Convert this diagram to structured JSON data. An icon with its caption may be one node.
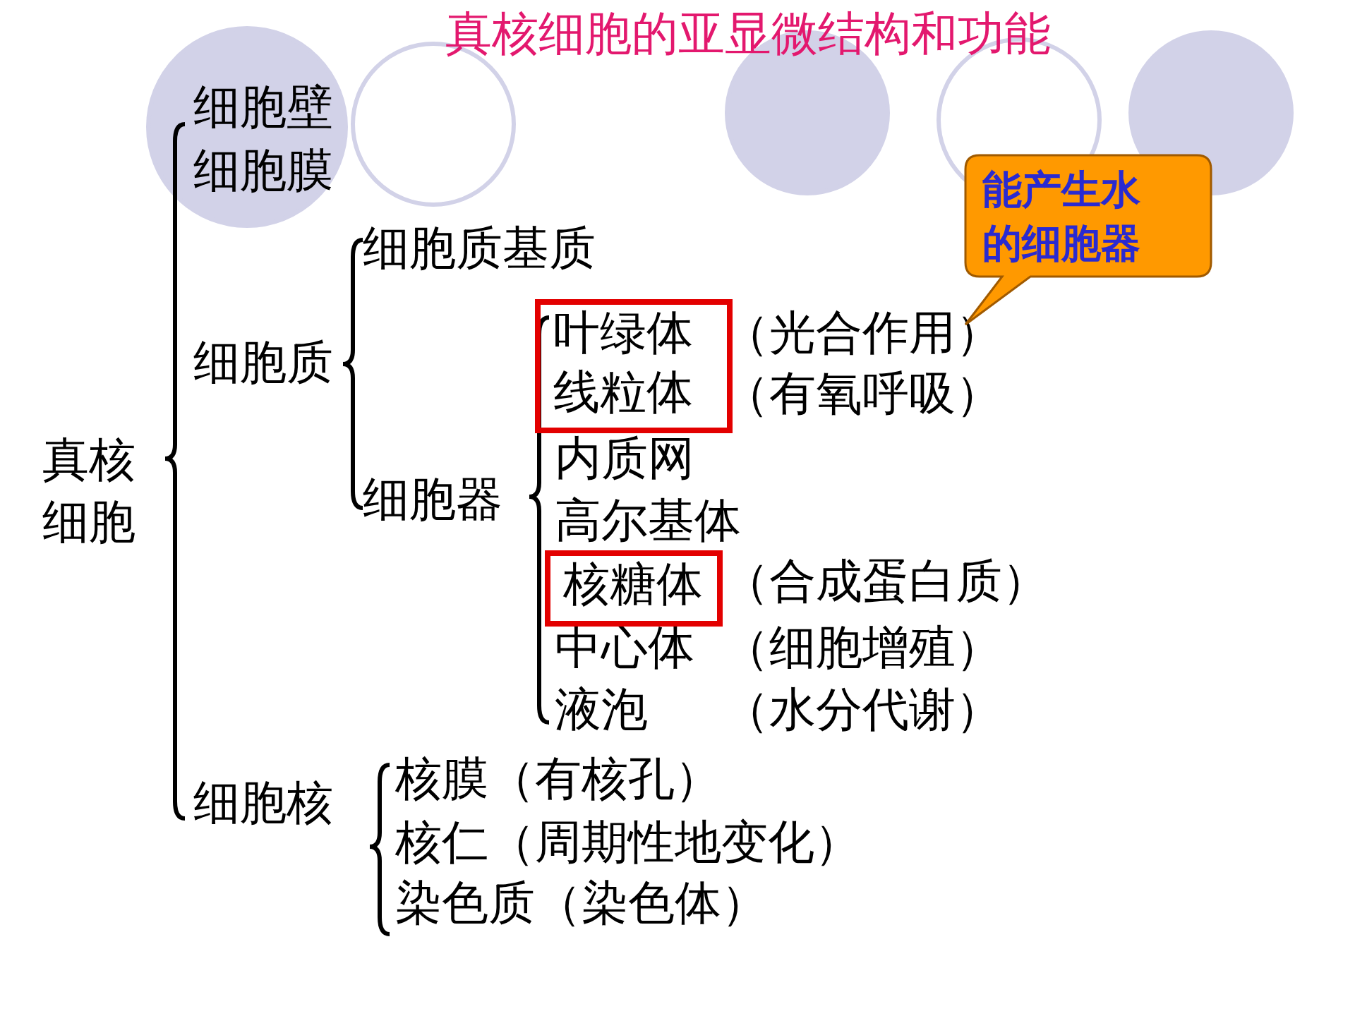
{
  "diagram": {
    "title": "真核细胞的亚显微结构和功能",
    "nodes": [
      {
        "text": [
          "叶绿体",
          "线粒体"
        ]
      },
      {
        "text": [
          "核糖体"
        ]
      },
      {
        "text": [
          "能产生水的细胞器"
        ]
      }
    ],
    "labels": [
      "细胞壁",
      "细胞膜",
      "细胞质基质",
      "（光合作用）",
      "（有氧呼吸）",
      "细胞质",
      "内质网",
      "真核细胞",
      "细胞器",
      "高尔基体",
      "（合成蛋白质）",
      "中心体",
      "（细胞增殖）",
      "液泡",
      "（水分代谢）",
      "细胞核",
      "核膜（有核孔）",
      "核仁（周期性地变化）",
      "染色质（染色体）"
    ]
  }
}
